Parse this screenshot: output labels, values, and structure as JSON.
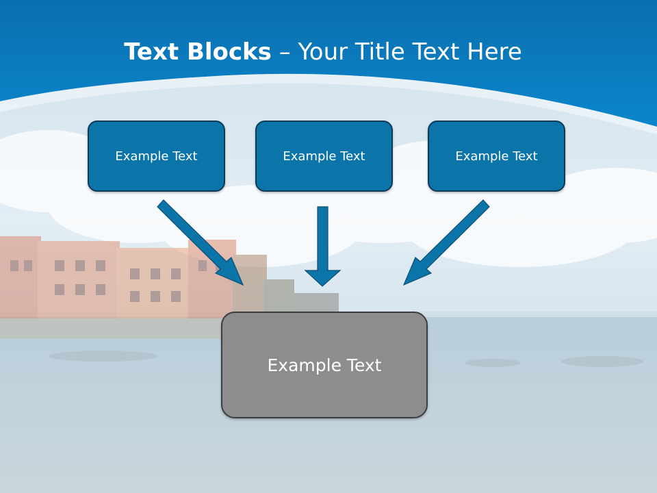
{
  "title": {
    "bold_part": "Text Blocks",
    "separator": " – ",
    "rest": "Your Title Text Here"
  },
  "blocks": [
    {
      "label": "Example Text"
    },
    {
      "label": "Example Text"
    },
    {
      "label": "Example Text"
    }
  ],
  "target": {
    "label": "Example Text"
  },
  "colors": {
    "header_blue": "#0a7fc0",
    "block_fill": "#0b74a8",
    "block_border": "#0e3a56",
    "arrow_fill": "#0b74a8",
    "target_fill": "#8d8d8d",
    "target_border": "#3d3d3d"
  }
}
